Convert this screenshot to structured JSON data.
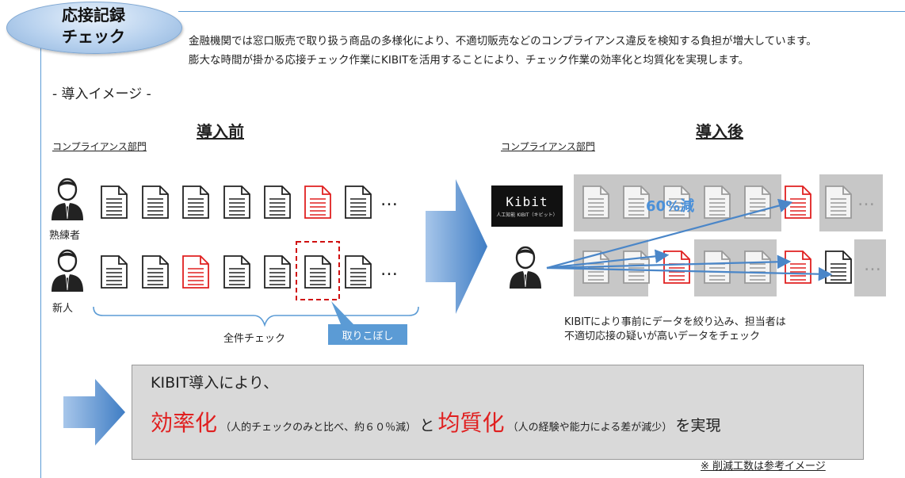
{
  "badge": {
    "line1": "応接記録",
    "line2": "チェック"
  },
  "intro": {
    "line1": "金融機関では窓口販売で取り扱う商品の多様化により、不適切販売などのコンプライアンス違反を検知する負担が増大しています。",
    "line2": "膨大な時間が掛かる応接チェック作業にKIBITを活用することにより、チェック作業の効率化と均質化を実現します。"
  },
  "section_title": "- 導入イメージ -",
  "before": {
    "heading": "導入前",
    "department": "コンプライアンス部門",
    "expert_label": "熟練者",
    "newbie_label": "新人",
    "all_check_label": "全件チェック",
    "missed_label": "取りこぼし",
    "ellipsis": "…"
  },
  "after": {
    "heading": "導入後",
    "department": "コンプライアンス部門",
    "kibit_word": "Kibit",
    "kibit_sub": "人工知能 KIBIT（キビット）",
    "reduction": "60%減",
    "ellipsis": "…",
    "note_line1": "KIBITにより事前にデータを絞り込み、担当者は",
    "note_line2": "不適切応接の疑いが高いデータをチェック"
  },
  "summary": {
    "line1": "KIBIT導入により、",
    "efficiency": "効率化",
    "efficiency_note": "（人的チェックのみと比べ、約６０％減）",
    "and": "と",
    "uniformity": "均質化",
    "uniformity_note": "（人の経験や能力による差が減少）",
    "realize": "を実現"
  },
  "footnote": "※ 削減工数は参考イメージ",
  "colors": {
    "accent": "#5b9bd5",
    "highlight_red": "#e02020",
    "arrow_blue": "#4a86c8"
  }
}
